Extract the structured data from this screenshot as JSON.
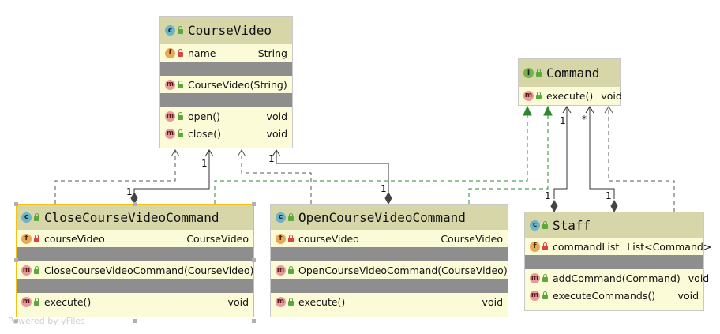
{
  "nodes": {
    "course_video": {
      "badge": "c",
      "title": "CourseVideo",
      "fields": [
        {
          "badge": "f",
          "name": "name",
          "type": "String"
        }
      ],
      "constructors": [
        {
          "badge": "m",
          "name": "CourseVideo(String)",
          "type": ""
        }
      ],
      "methods": [
        {
          "badge": "m",
          "name": "open()",
          "type": "void"
        },
        {
          "badge": "m",
          "name": "close()",
          "type": "void"
        }
      ]
    },
    "command": {
      "badge": "I",
      "title": "Command",
      "methods": [
        {
          "badge": "m",
          "name": "execute()",
          "type": "void"
        }
      ]
    },
    "close_cmd": {
      "badge": "c",
      "title": "CloseCourseVideoCommand",
      "fields": [
        {
          "badge": "f",
          "name": "courseVideo",
          "type": "CourseVideo"
        }
      ],
      "constructors": [
        {
          "badge": "m",
          "name": "CloseCourseVideoCommand(CourseVideo)",
          "type": ""
        }
      ],
      "methods": [
        {
          "badge": "m",
          "name": "execute()",
          "type": "void"
        }
      ]
    },
    "open_cmd": {
      "badge": "c",
      "title": "OpenCourseVideoCommand",
      "fields": [
        {
          "badge": "f",
          "name": "courseVideo",
          "type": "CourseVideo"
        }
      ],
      "constructors": [
        {
          "badge": "m",
          "name": "OpenCourseVideoCommand(CourseVideo)",
          "type": ""
        }
      ],
      "methods": [
        {
          "badge": "m",
          "name": "execute()",
          "type": "void"
        }
      ]
    },
    "staff": {
      "badge": "c",
      "title": "Staff",
      "fields": [
        {
          "badge": "f",
          "name": "commandList",
          "type": "List<Command>"
        }
      ],
      "methods": [
        {
          "badge": "m",
          "name": "addCommand(Command)",
          "type": "void"
        },
        {
          "badge": "m",
          "name": "executeCommands()",
          "type": "void"
        }
      ]
    }
  },
  "multiplicities": {
    "close_cv_target": "1",
    "close_cv_source": "1",
    "open_cv_target": "1",
    "open_cv_source": "1",
    "staff_cmd_target_1": "1",
    "staff_cmd_source_1": "1",
    "staff_cmd_target_2": "*",
    "staff_cmd_source_2": "1"
  },
  "watermark": "Powered by yFiles",
  "colors": {
    "header": "#d6d6a8",
    "body": "#fbfbd8",
    "separator": "#8e8e8e",
    "implements": "#2c8a2c",
    "selected_border": "#f2c21b"
  }
}
